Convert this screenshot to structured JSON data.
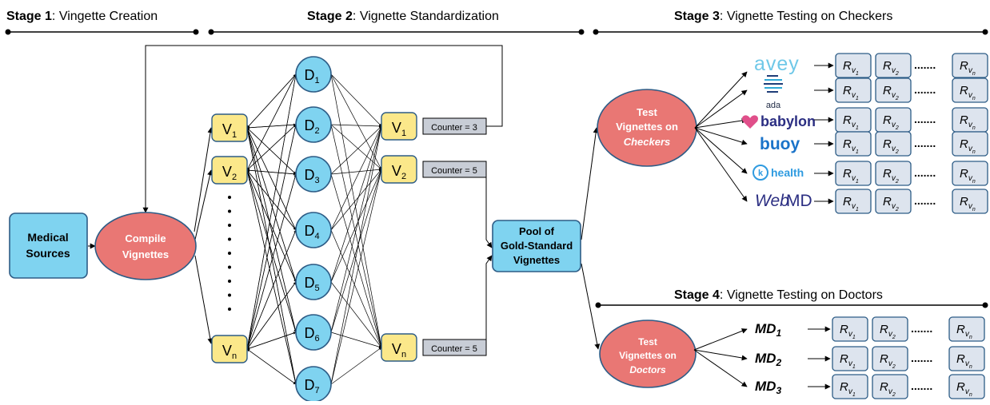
{
  "stages": [
    {
      "number": "Stage 1",
      "title": ": Vingette Creation"
    },
    {
      "number": "Stage 2",
      "title": ": Vignette Standardization"
    },
    {
      "number": "Stage 3",
      "title": ": Vignette Testing on Checkers"
    },
    {
      "number": "Stage 4",
      "title": ": Vignette Testing on Doctors"
    }
  ],
  "medical_sources": [
    "Medical",
    "Sources"
  ],
  "compile_vignettes": [
    "Compile",
    "Vignettes"
  ],
  "vignettes": [
    {
      "base": "V",
      "sub": "1"
    },
    {
      "base": "V",
      "sub": "2"
    },
    {
      "base": "V",
      "sub": "n"
    }
  ],
  "doctors": [
    {
      "base": "D",
      "sub": "1"
    },
    {
      "base": "D",
      "sub": "2"
    },
    {
      "base": "D",
      "sub": "3"
    },
    {
      "base": "D",
      "sub": "4"
    },
    {
      "base": "D",
      "sub": "5"
    },
    {
      "base": "D",
      "sub": "6"
    },
    {
      "base": "D",
      "sub": "7"
    }
  ],
  "counters": [
    "Counter = 3",
    "Counter = 5",
    "Counter = 5"
  ],
  "pool": [
    "Pool of",
    "Gold-Standard",
    "Vignettes"
  ],
  "test_checkers": [
    "Test",
    "Vignettes on",
    "Checkers"
  ],
  "test_doctors": [
    "Test",
    "Vignettes on",
    "Doctors"
  ],
  "checkers": [
    {
      "name": "avey",
      "icon": "avey-logo"
    },
    {
      "name": "ada",
      "icon": "ada-logo"
    },
    {
      "name": "babylon",
      "icon": "babylon-logo"
    },
    {
      "name": "buoy",
      "icon": "buoy-logo"
    },
    {
      "name": "health",
      "icon": "k-health-logo",
      "badge": "k"
    },
    {
      "name": "WebMD",
      "icon": "webmd-logo",
      "prefix": "Web",
      "suffix": "MD"
    }
  ],
  "md_rows": [
    {
      "base": "MD",
      "sub": "1"
    },
    {
      "base": "MD",
      "sub": "2"
    },
    {
      "base": "MD",
      "sub": "3"
    }
  ],
  "result": {
    "base": "R",
    "sub1": "v",
    "subs": [
      "1",
      "2",
      "n"
    ]
  },
  "ellipsis": ".......",
  "vertical_dots": "·",
  "colors": {
    "blue": "#7fd3f0",
    "yellow": "#fbe88a",
    "red": "#e97774",
    "gray_box": "#c8cdd6",
    "result_box": "#dde4ee",
    "avey": "#6fc8e8",
    "babylon": "#2b2e82",
    "babylon_heart": "#e04f8a",
    "buoy": "#1a73c9",
    "k_health": "#2f9be0"
  }
}
